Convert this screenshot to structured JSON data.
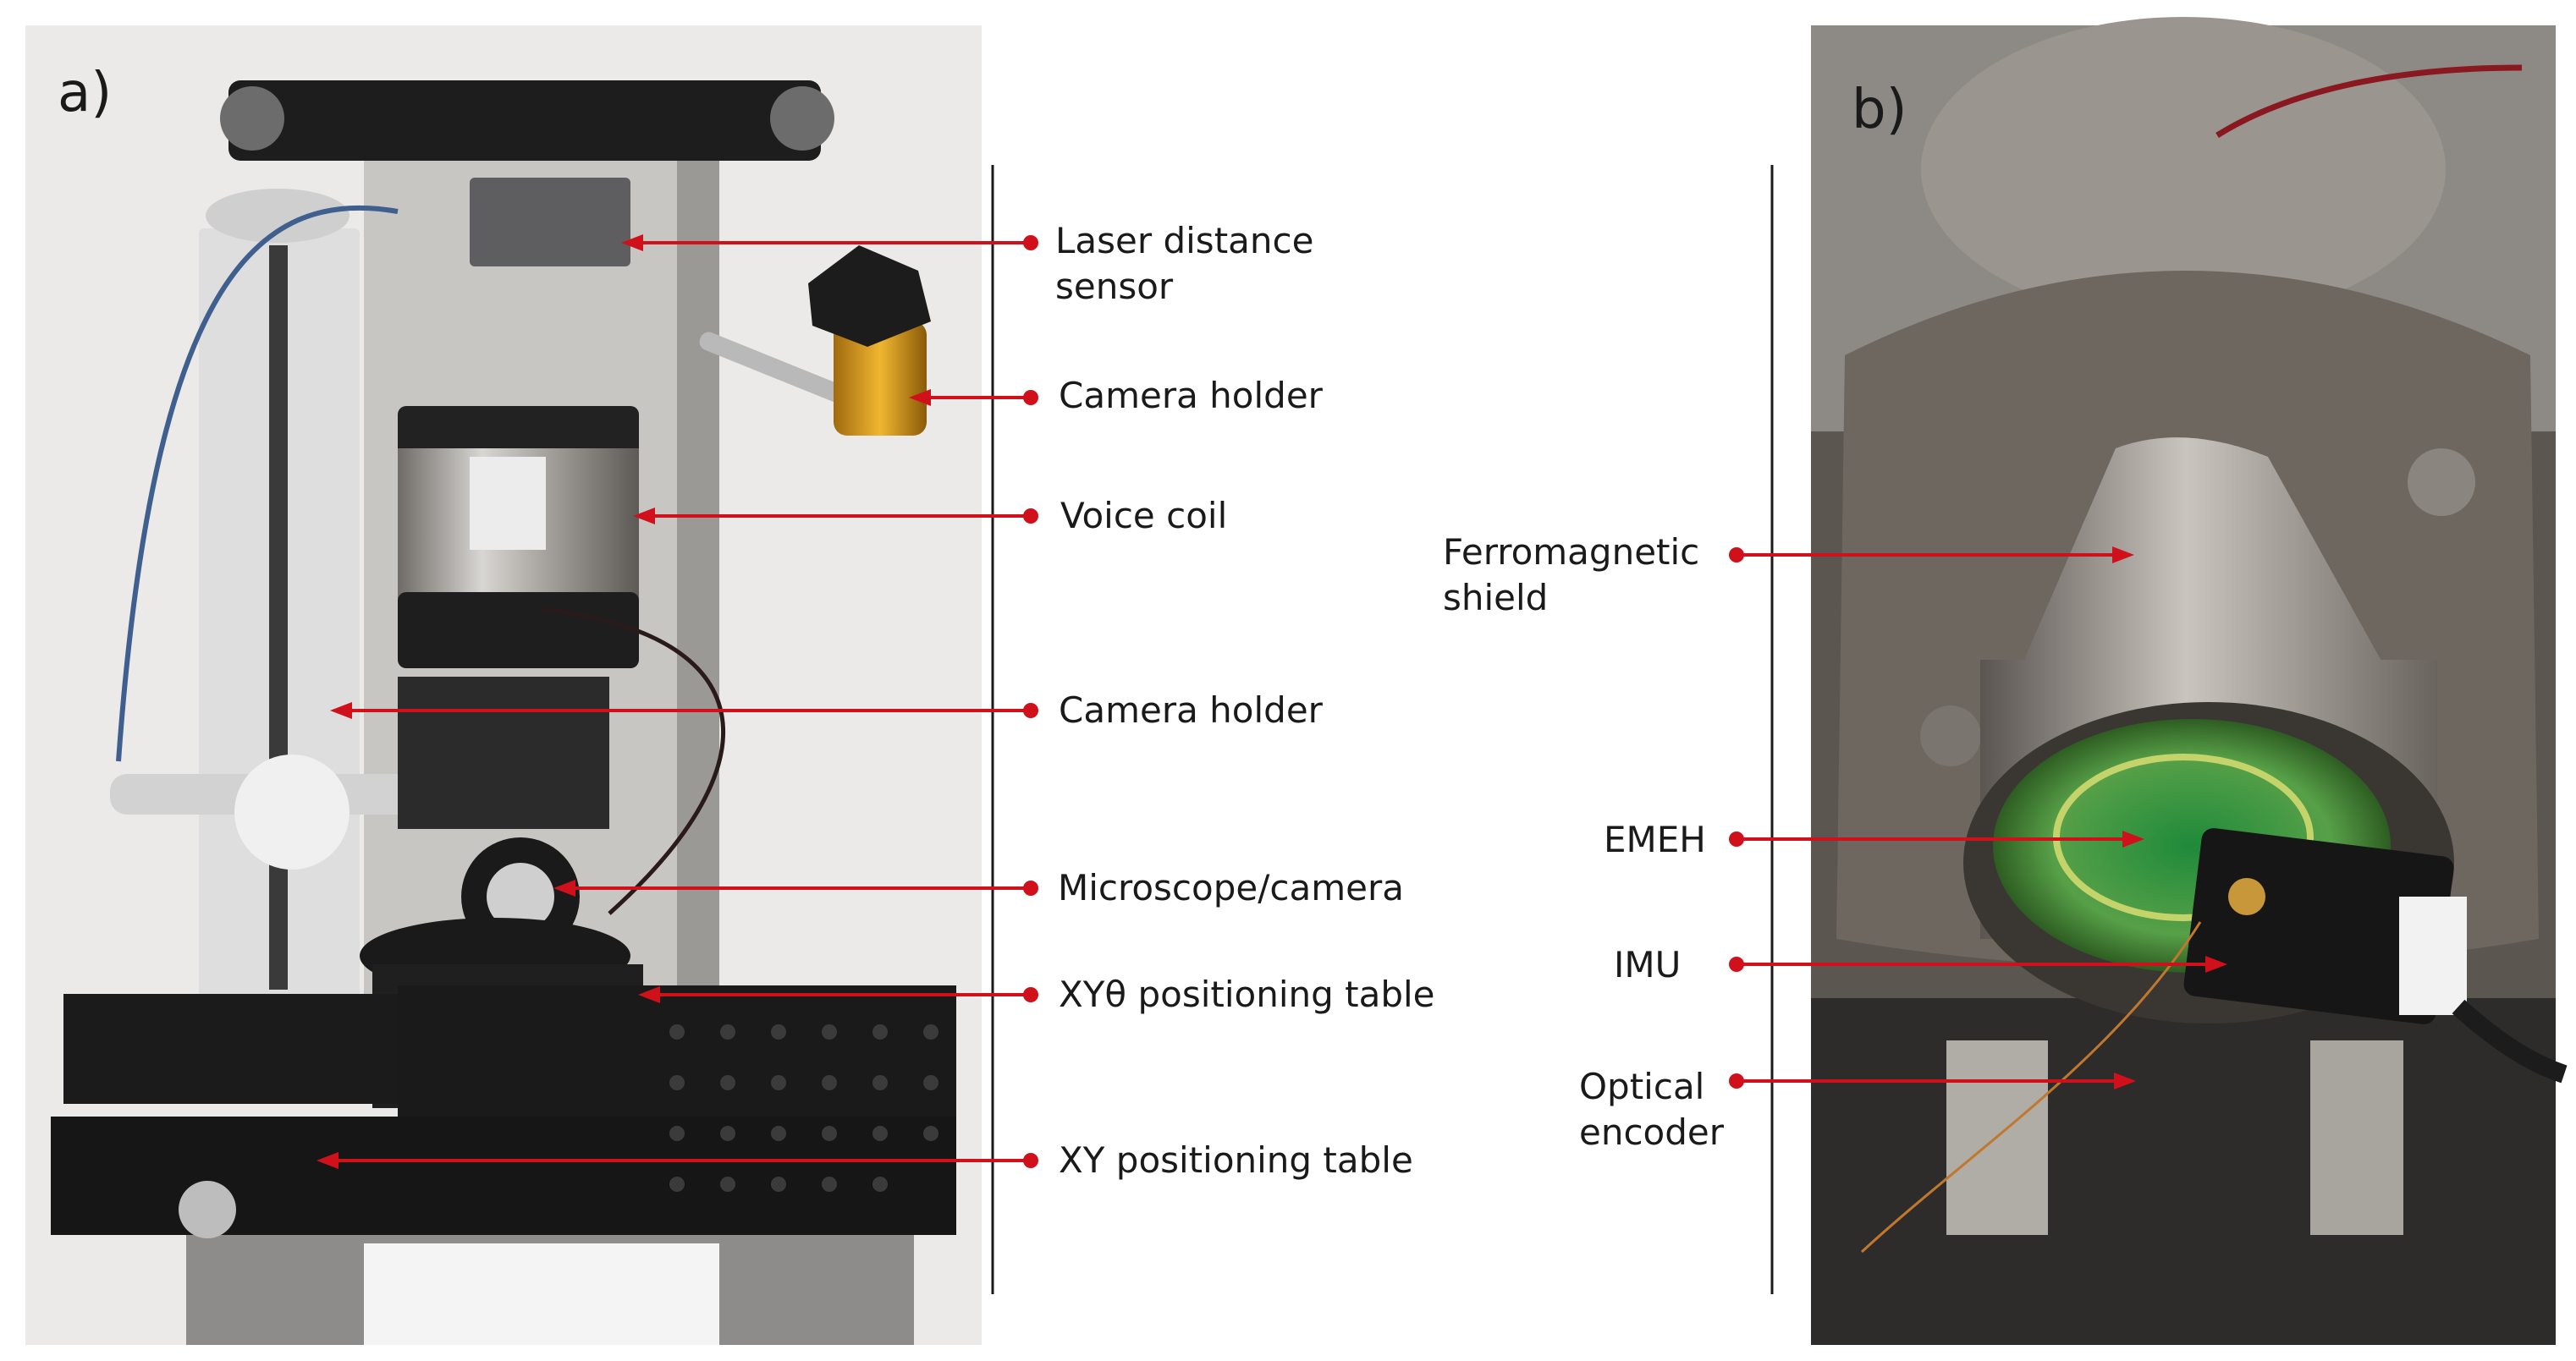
{
  "panels": {
    "a": {
      "letter": "a)"
    },
    "b": {
      "letter": "b)"
    }
  },
  "labels_a": [
    {
      "lines": [
        "Laser distance",
        "sensor"
      ]
    },
    {
      "lines": [
        "Camera holder"
      ]
    },
    {
      "lines": [
        "Voice coil"
      ]
    },
    {
      "lines": [
        "Camera holder"
      ]
    },
    {
      "lines": [
        "Microscope/camera"
      ]
    },
    {
      "lines": [
        "XYθ positioning table"
      ]
    },
    {
      "lines": [
        "XY positioning table"
      ]
    }
  ],
  "labels_b": [
    {
      "lines": [
        "Ferromagnetic",
        "shield"
      ]
    },
    {
      "lines": [
        "EMEH"
      ]
    },
    {
      "lines": [
        "IMU"
      ]
    },
    {
      "lines": [
        "Optical",
        "encoder"
      ]
    }
  ],
  "colors": {
    "leader": "#d0101a",
    "divider": "#1a1a1a",
    "photo_a_bg": "#e9e8e6",
    "photo_b_bg": "#5d5852"
  },
  "photo_subjects": {
    "a": "laboratory vibration test rig with voice coil, camera and positioning tables",
    "b": "cylindrical ferromagnetic shield housing harvester and IMU board"
  }
}
